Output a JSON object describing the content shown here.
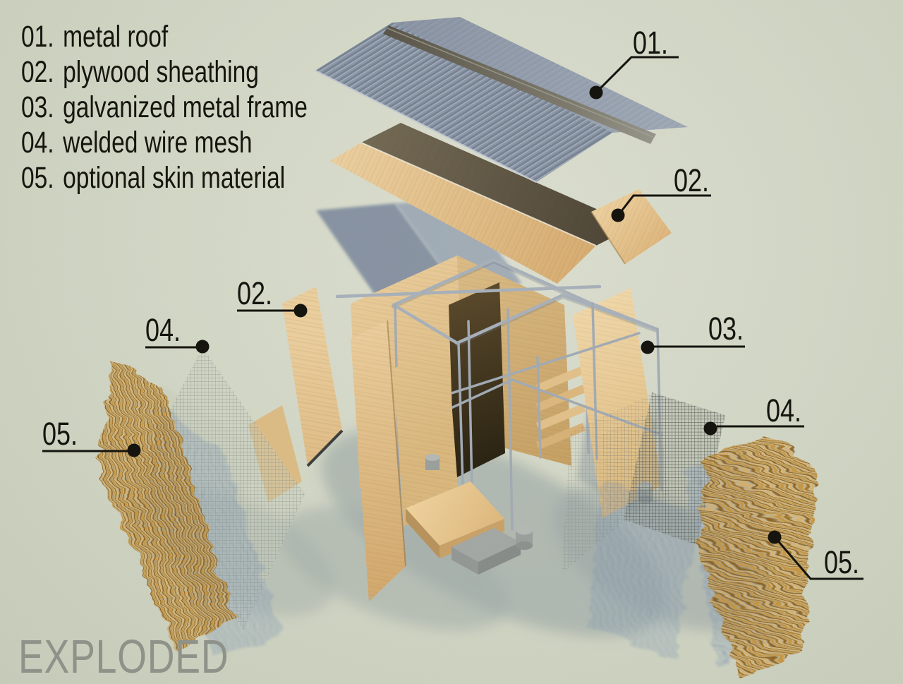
{
  "title_text": "EXPLODED",
  "legend": {
    "items": [
      {
        "num": "01.",
        "label": "metal roof"
      },
      {
        "num": "02.",
        "label": "plywood sheathing"
      },
      {
        "num": "03.",
        "label": "galvanized metal frame"
      },
      {
        "num": "04.",
        "label": "welded wire mesh"
      },
      {
        "num": "05.",
        "label": "optional skin material"
      }
    ]
  },
  "callouts": [
    {
      "label": "01.",
      "target": "metal roof"
    },
    {
      "label": "02.",
      "label_note": "roof sheathing panel",
      "target": "plywood sheathing"
    },
    {
      "label": "02.",
      "label_note": "wall sheathing panel",
      "target": "plywood sheathing"
    },
    {
      "label": "03.",
      "target": "galvanized metal frame"
    },
    {
      "label": "04.",
      "label_note": "left panel",
      "target": "welded wire mesh"
    },
    {
      "label": "04.",
      "label_note": "right panel",
      "target": "welded wire mesh"
    },
    {
      "label": "05.",
      "label_note": "left bundle",
      "target": "optional skin material"
    },
    {
      "label": "05.",
      "label_note": "right bundle",
      "target": "optional skin material"
    }
  ],
  "diagram": {
    "type": "exploded-axonometric",
    "subject": "small shelter assembly",
    "components": [
      "metal roof",
      "plywood sheathing",
      "galvanized metal frame",
      "welded wire mesh",
      "optional skin material"
    ]
  },
  "colors": {
    "background": "#d3d7c6",
    "text": "#16150e",
    "watermark": "#8e9289",
    "metal_roof": "#8e99aa",
    "ridge_cap": "#5b564a",
    "plywood_light": "#e9cb98",
    "plywood_dark": "#5e5544",
    "frame_metal": "#a8b1ba",
    "wire_mesh": "#6e7468",
    "thatch": "#b08034",
    "thatch_shadow": "#7b90aa",
    "concrete": "#9aa09c",
    "ground_shadow": "#a6b0ab"
  }
}
